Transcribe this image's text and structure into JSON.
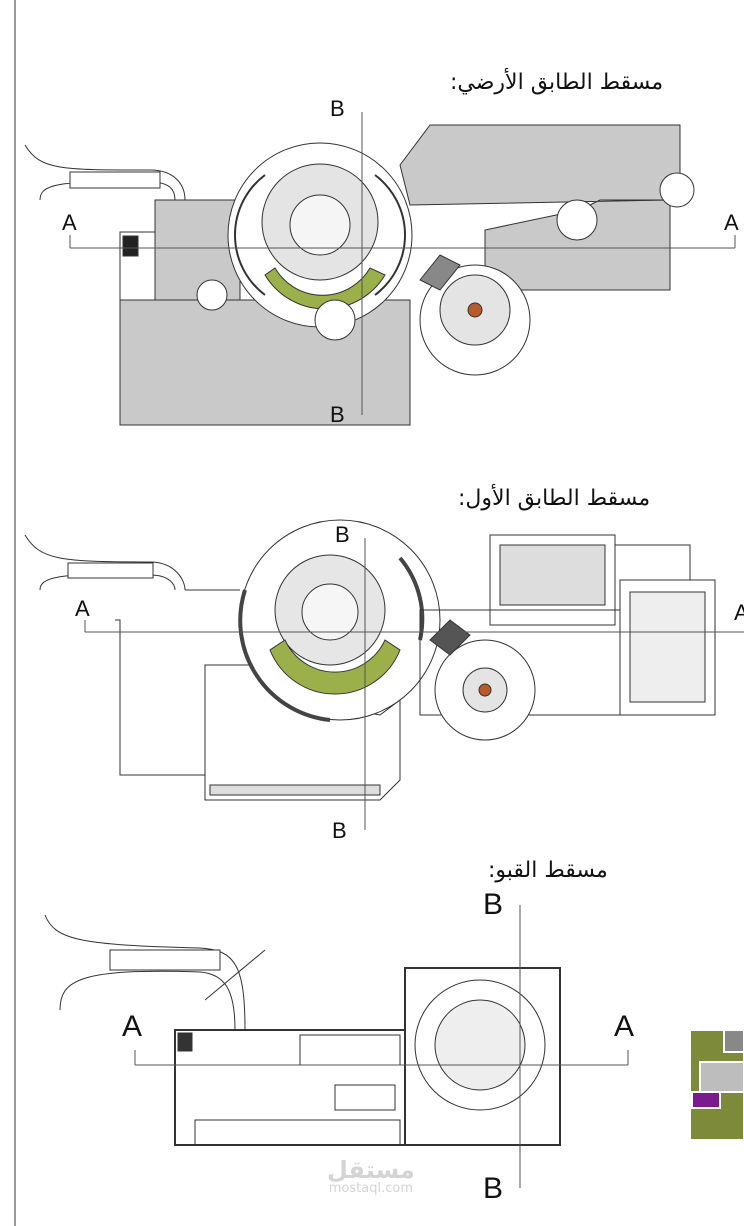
{
  "plans": [
    {
      "title": "مسقط الطابق الأرضي:",
      "section_a": "A",
      "section_b": "B"
    },
    {
      "title": "مسقط الطابق الأول:",
      "section_a": "A",
      "section_b": "B"
    },
    {
      "title": "مسقط القبو:",
      "section_a": "A",
      "section_b": "B"
    }
  ],
  "watermark": {
    "arabic": "مستقل",
    "url": "mostaql.com"
  },
  "colors": {
    "floor": "#c9c9c9",
    "garden": "#9bb04a",
    "legend_olive": "#7d8a3a",
    "legend_purple": "#7a1b8f",
    "legend_gray": "#bdbdbd"
  }
}
